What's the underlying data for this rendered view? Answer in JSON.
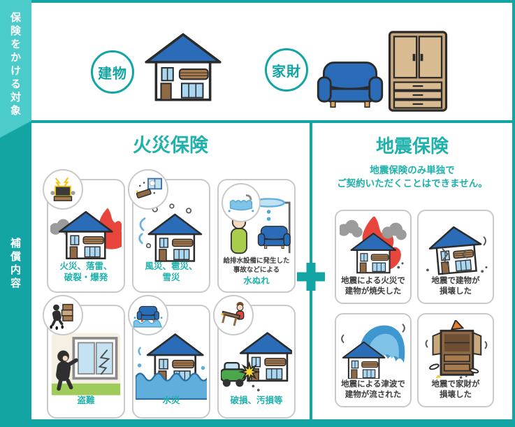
{
  "colors": {
    "teal_dark": "#12A5A4",
    "teal_light": "#4BCBC9",
    "teal_text": "#1FB1AC",
    "panel_border": "#C9C9C9",
    "roof_blue": "#2A6CB8",
    "fire_red": "#E8463C"
  },
  "sidebar": {
    "target_label": "保険をかける対象",
    "coverage_label": "補償内容"
  },
  "insured": {
    "building": {
      "label": "建物",
      "icon": "house-icon"
    },
    "contents": {
      "label": "家財",
      "icons": [
        "sofa-icon",
        "wardrobe-icon"
      ]
    }
  },
  "fire": {
    "title": "火災保険",
    "panels": [
      {
        "icon_bubble": "tv-lightning-icon",
        "icon_main": "burning-house-icon",
        "lines": [
          "火災、落雷、",
          "破裂・爆発"
        ]
      },
      {
        "icon_bubble": "hail-window-icon",
        "icon_main": "storm-house-icon",
        "lines": [
          "風災、雹災、",
          "雪災"
        ]
      },
      {
        "icon_bubble": "overflowing-sink-icon",
        "icon_main": "ceiling-leak-icon",
        "plain_lines": [
          "給排水設備に発生した",
          "事故などによる"
        ],
        "accent": "水ぬれ"
      },
      {
        "icon_bubble": "thief-carrying-icon",
        "icon_main": "burglar-window-icon",
        "lines": [
          "盗難"
        ]
      },
      {
        "icon_bubble": "floating-sofa-icon",
        "icon_main": "flooded-house-icon",
        "lines": [
          "水災"
        ]
      },
      {
        "icon_bubble": "child-table-icon",
        "icon_main": "car-crash-house-icon",
        "lines": [
          "破損、汚損等"
        ]
      }
    ]
  },
  "plus_sign": "+",
  "earthquake": {
    "title": "地震保険",
    "note_lines": [
      "地震保険のみ単独で",
      "ご契約いただくことはできません。"
    ],
    "panels": [
      {
        "icon": "quake-fire-house-icon",
        "lines": [
          "地震による火災で",
          "建物が焼失した"
        ]
      },
      {
        "icon": "quake-damaged-house-icon",
        "lines": [
          "地震で建物が",
          "損壊した"
        ]
      },
      {
        "icon": "tsunami-house-icon",
        "lines": [
          "地震による津波で",
          "建物が流された"
        ]
      },
      {
        "icon": "quake-damaged-cabinet-icon",
        "lines": [
          "地震で家財が",
          "損壊した"
        ]
      }
    ]
  }
}
